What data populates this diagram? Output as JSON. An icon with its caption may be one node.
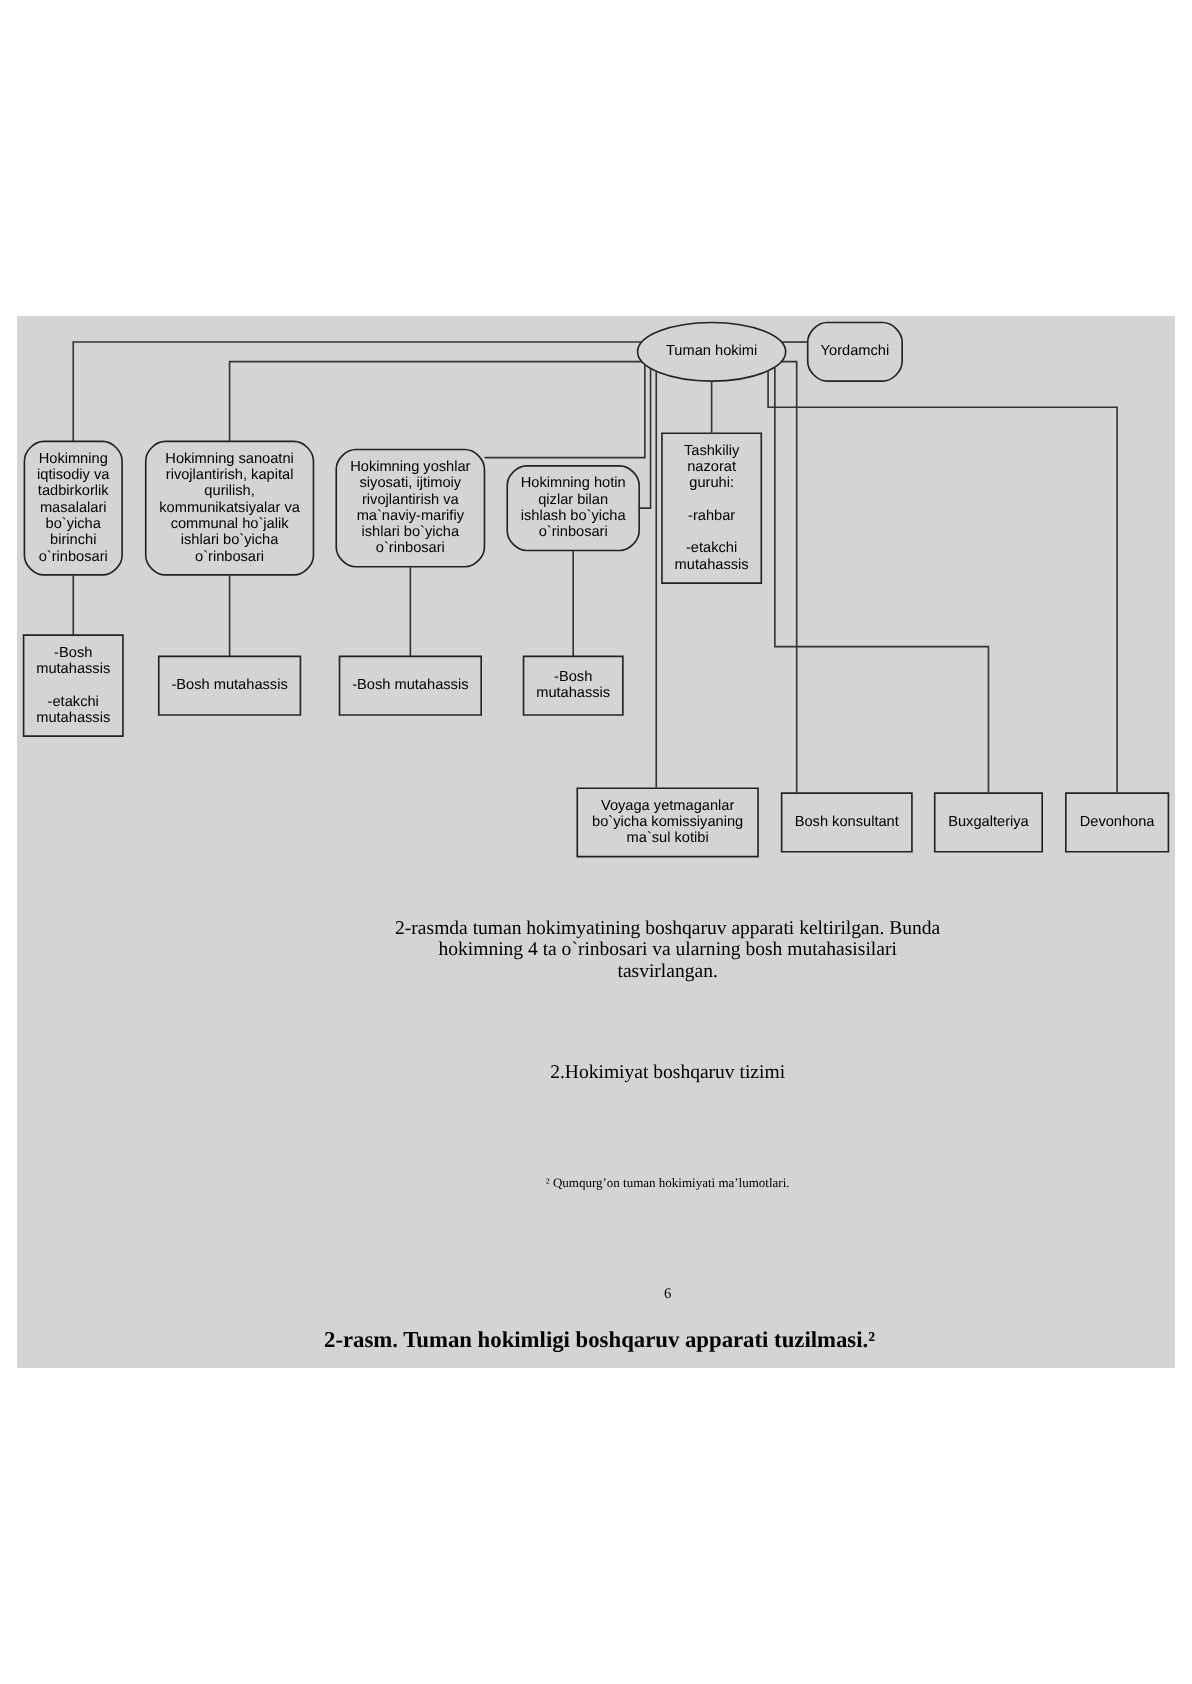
{
  "diagram": {
    "caption": "2-rasm. Tuman hokimligi boshqaruv apparati tuzilmasi.²",
    "nodes": [
      {
        "text": [
          "Tuman hokimi"
        ]
      },
      {
        "text": [
          "Yordamchi"
        ]
      },
      {
        "text": [
          "Hokimning iqtisodiy va tadbirkorlik masalalari bo`yicha birinchi o`rinbosari"
        ]
      },
      {
        "text": [
          "Hokimning sanoatni rivojlantirish, kapital qurilish, kommunikatsiyalar va communal ho`jalik ishlari bo`yicha o`rinbosari"
        ]
      },
      {
        "text": [
          "Hokimning yoshlar siyosati, ijtimoiy rivojlantirish va ma`naviy-marifiy ishlari bo`yicha o`rinbosari"
        ]
      },
      {
        "text": [
          "Hokimning hotin qizlar bilan ishlash bo`yicha o`rinbosari"
        ]
      },
      {
        "text": [
          "Tashkiliy nazorat guruhi:",
          "-rahbar",
          "-etakchi mutahassis"
        ]
      },
      {
        "text": [
          "-Bosh mutahassis",
          "-etakchi mutahassis"
        ]
      },
      {
        "text": [
          "-Bosh mutahassis"
        ]
      },
      {
        "text": [
          "-Bosh mutahassis"
        ]
      },
      {
        "text": [
          "-Bosh mutahassis"
        ]
      },
      {
        "text": [
          "Voyaga yetmaganlar bo`yicha komissiyaning ma`sul kotibi"
        ]
      },
      {
        "text": [
          "Bosh konsultant"
        ]
      },
      {
        "text": [
          "Buxgalteriya"
        ]
      },
      {
        "text": [
          "Devonhona"
        ]
      }
    ],
    "edges": [
      {
        "from": 0,
        "to": 1,
        "arrow": "none"
      },
      {
        "from": 0,
        "to": 2,
        "arrow": "none"
      },
      {
        "from": 0,
        "to": 3,
        "arrow": "none"
      },
      {
        "from": 0,
        "to": 4,
        "arrow": "none"
      },
      {
        "from": 0,
        "to": 5,
        "arrow": "none"
      },
      {
        "from": 0,
        "to": 6,
        "arrow": "none"
      },
      {
        "from": 2,
        "to": 7,
        "arrow": "none"
      },
      {
        "from": 3,
        "to": 8,
        "arrow": "none"
      },
      {
        "from": 4,
        "to": 9,
        "arrow": "none"
      },
      {
        "from": 5,
        "to": 10,
        "arrow": "none"
      },
      {
        "from": 0,
        "to": 11,
        "arrow": "none"
      },
      {
        "from": 0,
        "to": 12,
        "arrow": "none"
      },
      {
        "from": 0,
        "to": 13,
        "arrow": "none"
      },
      {
        "from": 0,
        "to": 14,
        "arrow": "none"
      }
    ],
    "labels": [
      "2-rasmda tuman hokimyatining boshqaruv apparati keltirilgan. Bunda hokimning 4 ta o`rinbosari va ularning bosh mutahasisilari tasvirlangan.",
      "2.Hokimiyat boshqaruv tizimi",
      "² Qumqurg’on tuman hokimiyati ma’lumotlari.",
      "6"
    ]
  }
}
